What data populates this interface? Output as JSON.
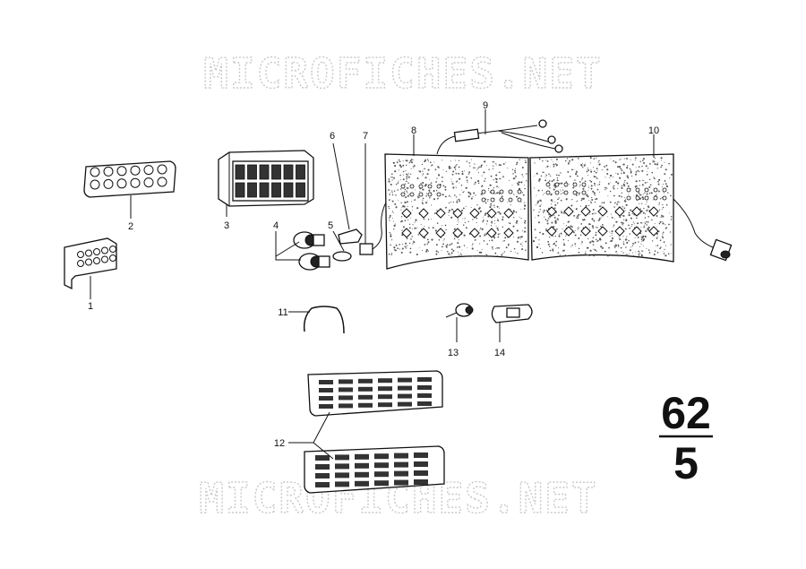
{
  "watermark": {
    "text": "MICROFICHES.NET"
  },
  "section": {
    "group": "62",
    "sub": "5"
  },
  "parts": [
    {
      "label": "1"
    },
    {
      "label": "2"
    },
    {
      "label": "3"
    },
    {
      "label": "4"
    },
    {
      "label": "5"
    },
    {
      "label": "6"
    },
    {
      "label": "7"
    },
    {
      "label": "8"
    },
    {
      "label": "9"
    },
    {
      "label": "10"
    },
    {
      "label": "11"
    },
    {
      "label": "12"
    },
    {
      "label": "13"
    },
    {
      "label": "14"
    }
  ],
  "icons": [
    "bracket-icon",
    "lens-plate-icon",
    "cluster-housing-icon",
    "bulb-socket-icon",
    "bulb-icon",
    "bulb-holder-icon",
    "connector-icon",
    "circuit-board-icon",
    "wiring-harness-icon",
    "spring-clip-icon",
    "symbol-plate-icon",
    "lamp-icon",
    "lamp-holder-icon"
  ]
}
